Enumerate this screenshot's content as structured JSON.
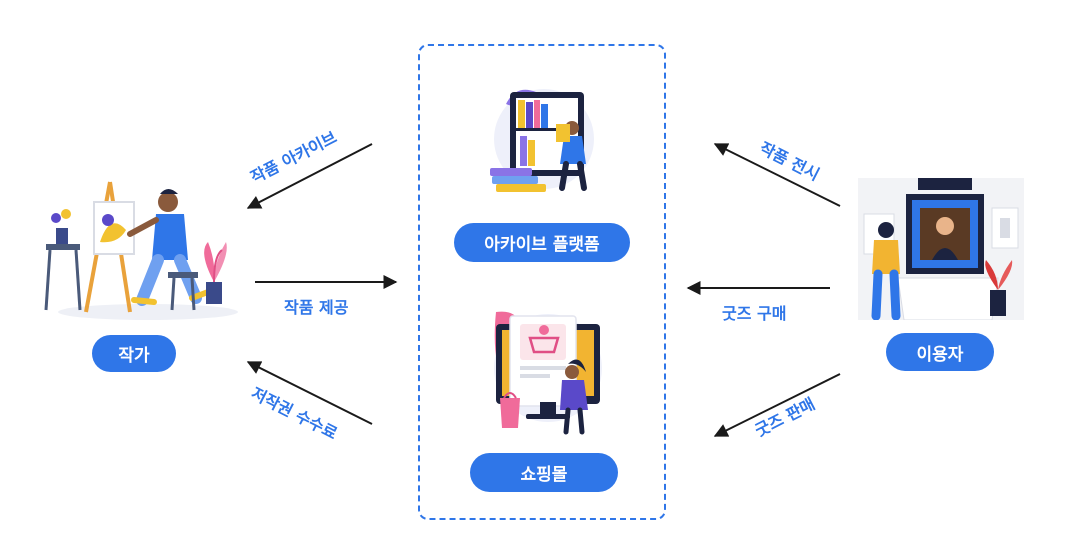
{
  "nodes": {
    "artist": "작가",
    "archive_platform": "아카이브 플랫폼",
    "shopping_mall": "쇼핑몰",
    "user": "이용자"
  },
  "edges": {
    "work_archive": "작품 아카이브",
    "work_provide": "작품 제공",
    "copyright_fee": "저작권 수수료",
    "work_exhibit": "작품 전시",
    "goods_purchase": "굿즈 구매",
    "goods_sale": "굿즈 판매"
  },
  "colors": {
    "accent": "#2f76e8",
    "arrow": "#1a1a1a"
  }
}
